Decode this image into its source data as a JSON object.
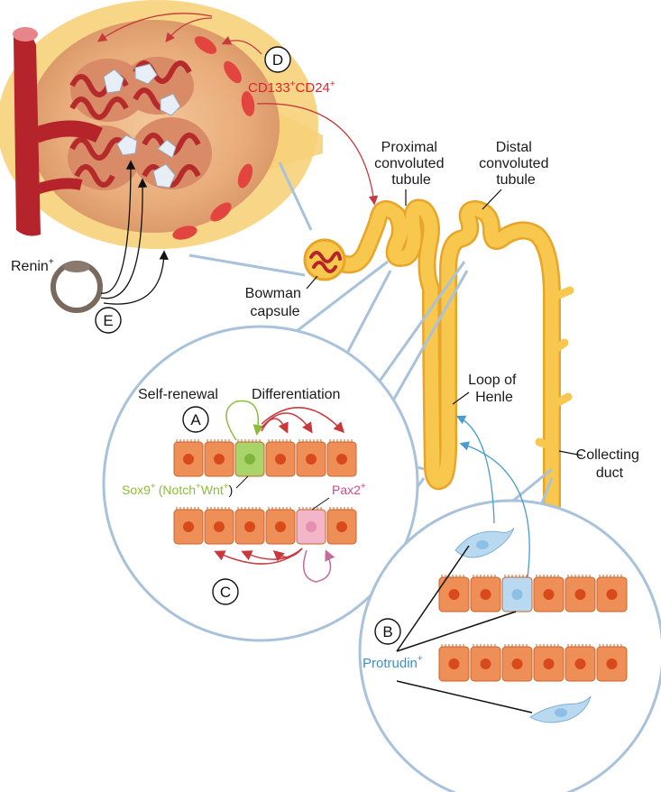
{
  "labels": {
    "proximal": [
      "Proximal",
      "convoluted",
      "tubule"
    ],
    "distal": [
      "Distal",
      "convoluted",
      "tubule"
    ],
    "bowman": [
      "Bowman",
      "capsule"
    ],
    "loop": [
      "Loop of",
      "Henle"
    ],
    "collecting": [
      "Collecting",
      "duct"
    ],
    "self_renewal": "Self-renewal",
    "differentiation": "Differentiation",
    "renin": "Renin",
    "renin_sup": "+",
    "cd133": "CD133",
    "cd24": "CD24",
    "cd_sup": "+",
    "sox9": "Sox9",
    "notch": "(Notch",
    "wnt": "Wnt",
    "close_paren": ")",
    "pax2": "Pax2",
    "protrudin": "Protrudin",
    "plus": "+"
  },
  "markers": {
    "A": "A",
    "B": "B",
    "C": "C",
    "D": "D",
    "E": "E"
  },
  "colors": {
    "tubule": "#f7c74e",
    "tubule_edge": "#e8a52a",
    "cell": "#ef8f58",
    "cell_edge": "#c9632b",
    "nucleus": "#d8491b",
    "stem_green": "#a9d46a",
    "stem_pink": "#f3b6c9",
    "stem_blue": "#b9d9f0",
    "arrow_red": "#c8383c",
    "arrow_blue": "#4a9bd0",
    "pink_label": "#d6448f",
    "green_label": "#8bbd3a",
    "blue_label": "#3b8fcc",
    "red_label": "#e0242c",
    "circle_edge": "#a9c2dc"
  }
}
